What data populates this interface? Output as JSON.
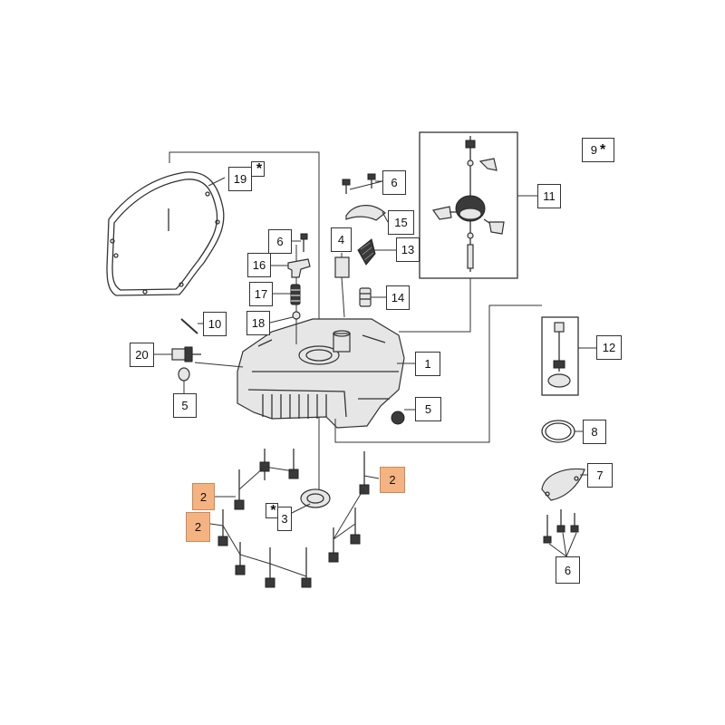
{
  "callouts": {
    "c1": "1",
    "c2a": "2",
    "c2b": "2",
    "c2c": "2",
    "c3": "3",
    "c4": "4",
    "c5a": "5",
    "c5b": "5",
    "c6a": "6",
    "c6b": "6",
    "c6c": "6",
    "c7": "7",
    "c8": "8",
    "c9": "9",
    "c10": "10",
    "c11": "11",
    "c12": "12",
    "c13": "13",
    "c14": "14",
    "c15": "15",
    "c16": "16",
    "c17": "17",
    "c18": "18",
    "c19": "19",
    "c20": "20"
  },
  "marks": {
    "star": "*"
  },
  "colors": {
    "highlight": "#f5b382",
    "line": "#333333"
  }
}
